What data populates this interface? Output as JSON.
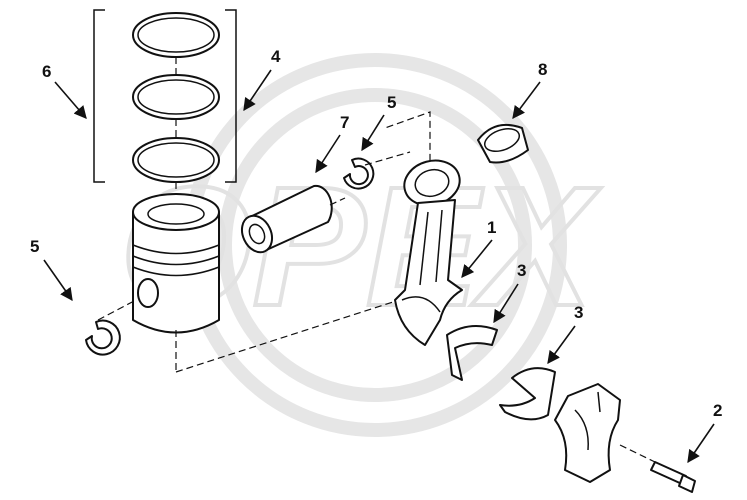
{
  "diagram": {
    "watermark": "OPEX",
    "callouts": [
      {
        "id": "callout-6",
        "label": "6",
        "part": "piston-ring-set"
      },
      {
        "id": "callout-4",
        "label": "4",
        "part": "piston-rings"
      },
      {
        "id": "callout-7",
        "label": "7",
        "part": "piston-pin"
      },
      {
        "id": "callout-5-top",
        "label": "5",
        "part": "pin-retaining-ring"
      },
      {
        "id": "callout-5-left",
        "label": "5",
        "part": "pin-retaining-ring"
      },
      {
        "id": "callout-8",
        "label": "8",
        "part": "small-end-bushing"
      },
      {
        "id": "callout-1",
        "label": "1",
        "part": "connecting-rod"
      },
      {
        "id": "callout-3-upper",
        "label": "3",
        "part": "bearing-shell"
      },
      {
        "id": "callout-3-lower",
        "label": "3",
        "part": "bearing-shell"
      },
      {
        "id": "callout-2",
        "label": "2",
        "part": "connecting-rod-bolt"
      }
    ]
  }
}
